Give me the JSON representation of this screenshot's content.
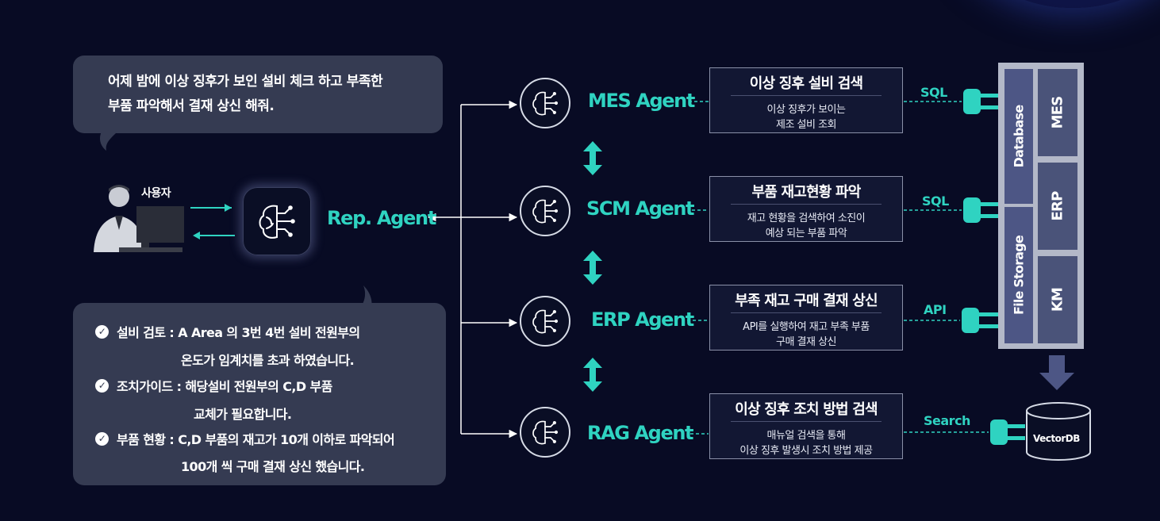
{
  "request": {
    "line1": "어제 밤에 이상 징후가 보인 설비 체크 하고 부족한",
    "line2": "부품 파악해서 결재 상신 해줘."
  },
  "user": {
    "label": "사용자"
  },
  "rep_agent": {
    "label": "Rep. Agent"
  },
  "agents": [
    {
      "name": "MES Agent",
      "task_title": "이상 징후 설비 검색",
      "task_desc": [
        "이상 징후가 보이는",
        "제조 설비 조회"
      ],
      "protocol": "SQL"
    },
    {
      "name": "SCM Agent",
      "task_title": "부품 재고현황 파악",
      "task_desc": [
        "재고 현황을 검색하여 소진이",
        "예상 되는 부품 파악"
      ],
      "protocol": "SQL"
    },
    {
      "name": "ERP Agent",
      "task_title": "부족 재고 구매 결재 상신",
      "task_desc": [
        "API를 실행하여 재고 부족 부품",
        "구매 결재 상신"
      ],
      "protocol": "API"
    },
    {
      "name": "RAG Agent",
      "task_title": "이상 징후 조치 방법 검색",
      "task_desc": [
        "매뉴얼 검색을 통해",
        "이상 징후 발생시 조치 방법 제공"
      ],
      "protocol": "Search"
    }
  ],
  "response": {
    "items": [
      {
        "line1": "설비 검토 : A Area 의 3번 4번 설비 전원부의",
        "line2": "온도가 임계치를 초과 하였습니다."
      },
      {
        "line1": "조치가이드 : 해당설비 전원부의 C,D 부품",
        "line2": "교체가 필요합니다."
      },
      {
        "line1": "부품 현황 : C,D 부품의 재고가 10개 이하로 파악되어",
        "line2": "100개 씩 구매 결재 상신 했습니다."
      }
    ]
  },
  "storage": {
    "database": "Database",
    "file_storage": "File Storage",
    "systems": [
      "MES",
      "ERP",
      "KM"
    ],
    "vector_db": "VectorDB"
  },
  "colors": {
    "background": "#080b24",
    "accent": "#2fd3c1",
    "bubble": "#353b52",
    "panel": "#4d5685"
  },
  "icons": [
    "brain-circuit-icon",
    "check-circle-icon",
    "plug-icon",
    "down-arrow-icon",
    "double-arrow-icon",
    "user-at-computer-icon",
    "database-cylinder-icon"
  ]
}
